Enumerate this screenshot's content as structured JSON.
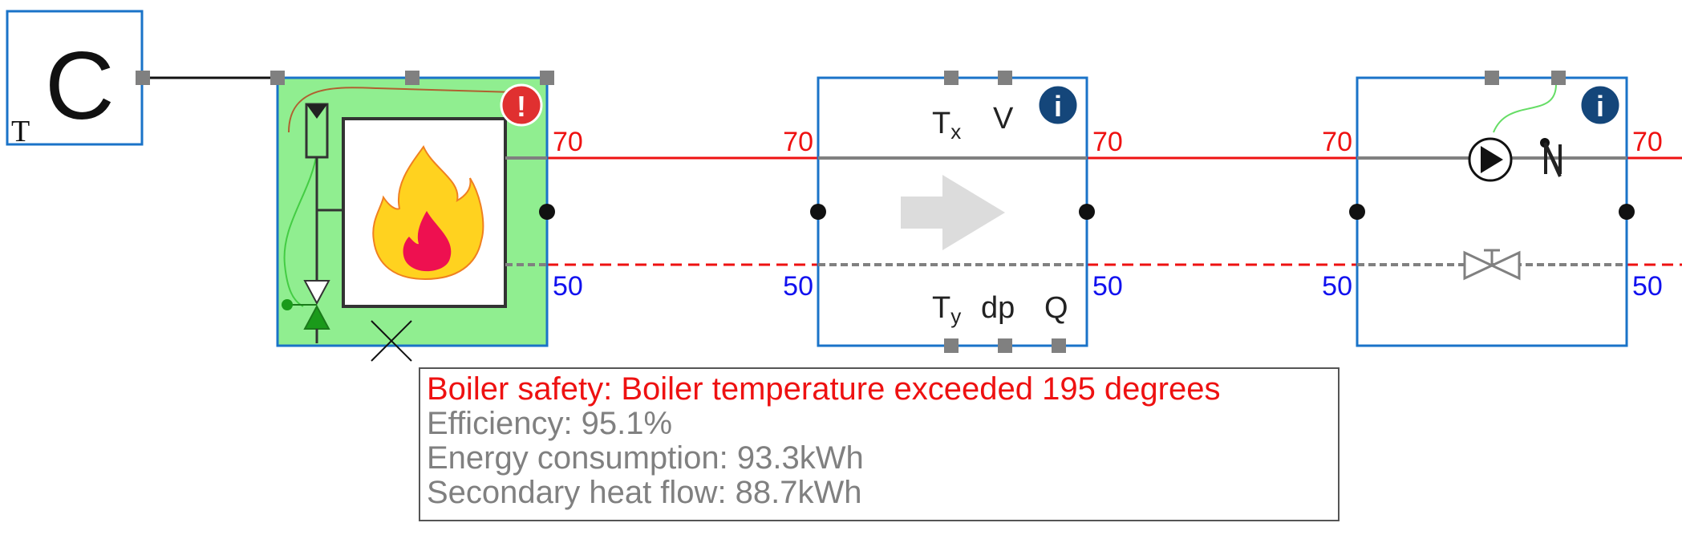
{
  "controller": {
    "letter": "C",
    "subscript": "T"
  },
  "supply_temperature": "70",
  "return_temperature": "50",
  "mixer": {
    "label_tx": "T",
    "label_tx_sub": "x",
    "label_v": "V",
    "label_ty": "T",
    "label_ty_sub": "y",
    "label_dp": "dp",
    "label_q": "Q"
  },
  "badges": {
    "warning": "!",
    "info": "i"
  },
  "tooltip": {
    "error": "Boiler safety: Boiler temperature exceeded 195 degrees",
    "lines": [
      "Efficiency: 95.1%",
      "Energy consumption: 93.3kWh",
      "Secondary heat flow: 88.7kWh"
    ]
  },
  "colors": {
    "supply": "#ee1111",
    "return_label": "#1111ee",
    "boiler_fill": "#90ee90",
    "frame": "#1a73c8"
  }
}
